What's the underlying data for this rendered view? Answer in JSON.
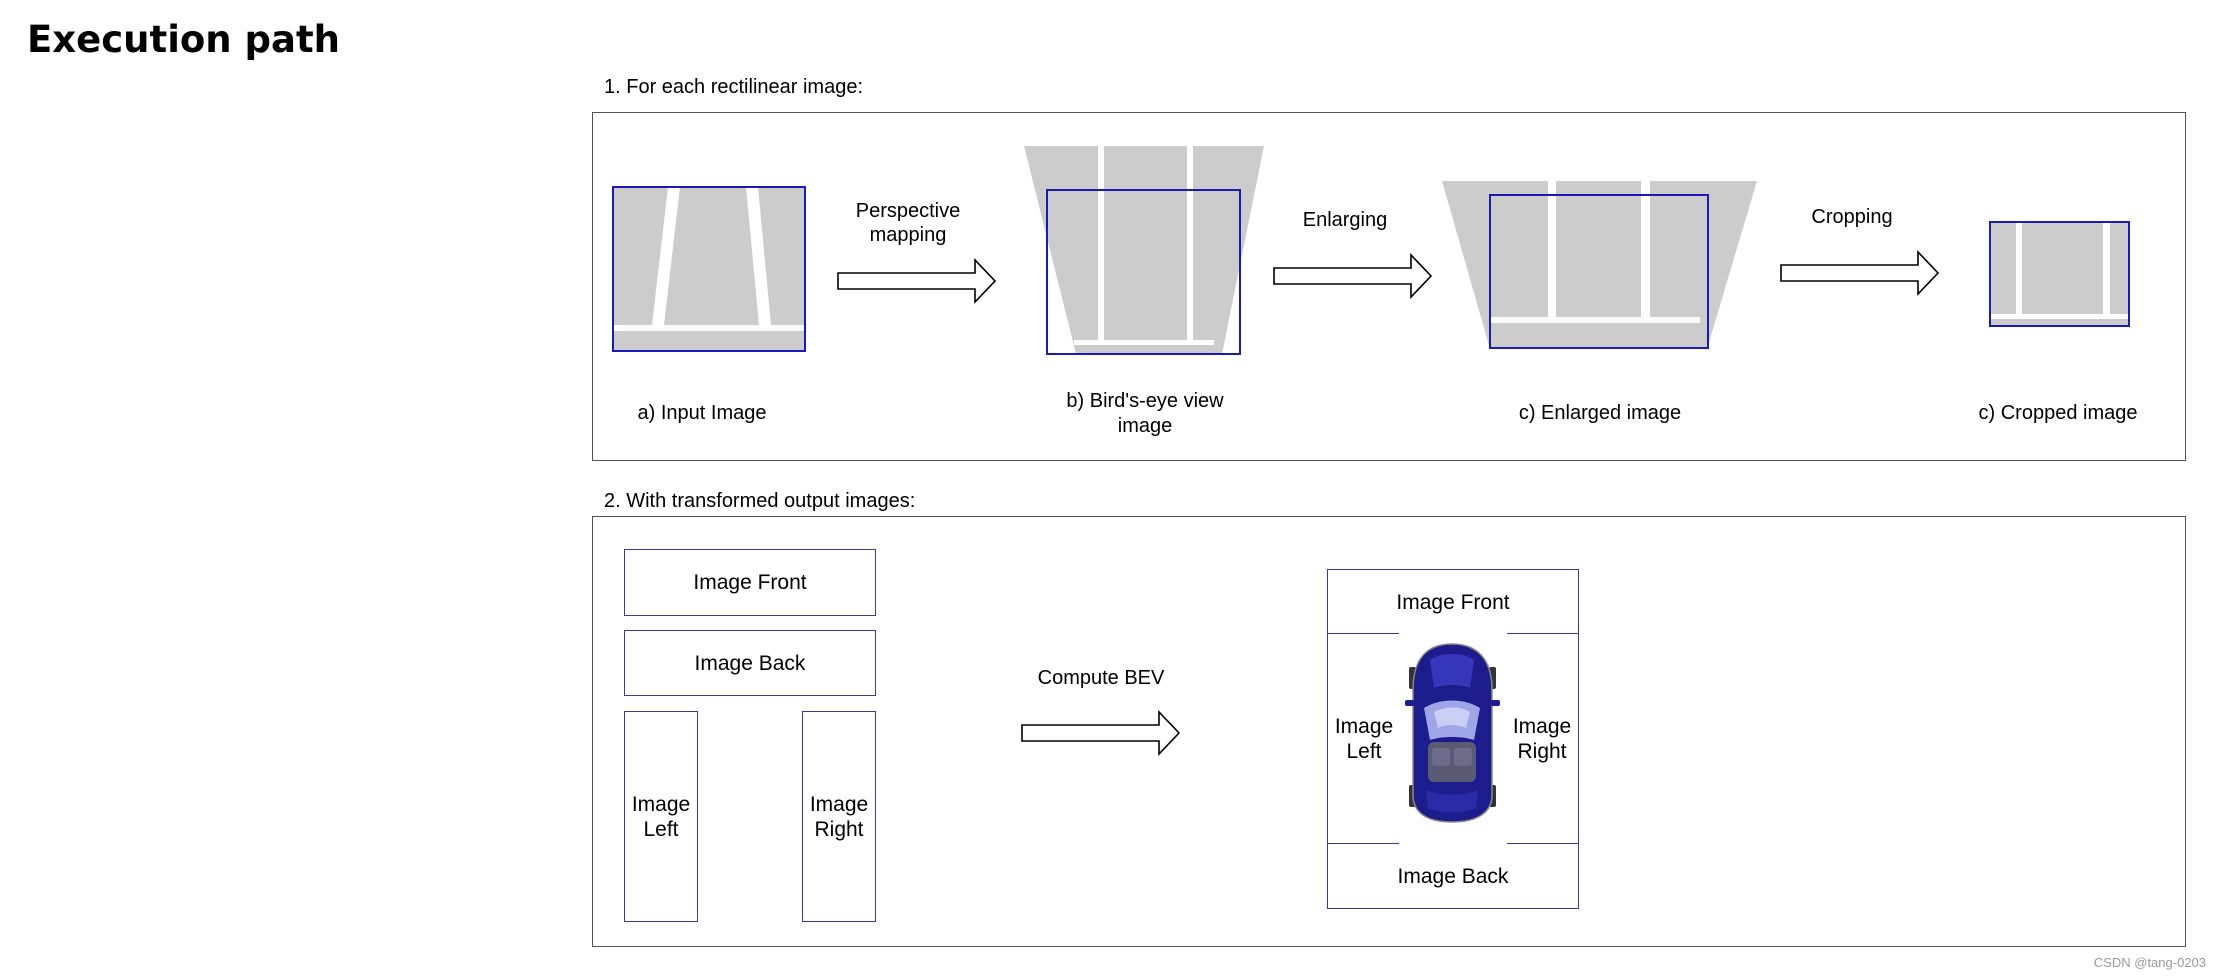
{
  "page": {
    "title": "Execution path"
  },
  "section1": {
    "label": "1. For each rectilinear image:",
    "captions": {
      "input": "a) Input Image",
      "birdseye": "b) Bird's-eye view image",
      "enlarged": "c) Enlarged image",
      "cropped": "c) Cropped image"
    },
    "arrows": {
      "perspective": "Perspective mapping",
      "enlarging": "Enlarging",
      "cropping": "Cropping"
    }
  },
  "section2": {
    "label": "2. With transformed output images:",
    "inputs": {
      "front": "Image Front",
      "back": "Image Back",
      "left": "Image\nLeft",
      "right": "Image\nRight"
    },
    "arrow": "Compute BEV",
    "output": {
      "front": "Image Front",
      "back": "Image Back",
      "left": "Image\nLeft",
      "right": "Image\nRight"
    }
  },
  "colors": {
    "frame_blue": "#1a1ab8",
    "road_gray": "#cccccc",
    "car_blue": "#1c1c8c"
  },
  "icons": {
    "car": "car-top-view-icon",
    "arrow": "hollow-right-arrow-icon"
  },
  "watermark": "CSDN @tang-0203"
}
